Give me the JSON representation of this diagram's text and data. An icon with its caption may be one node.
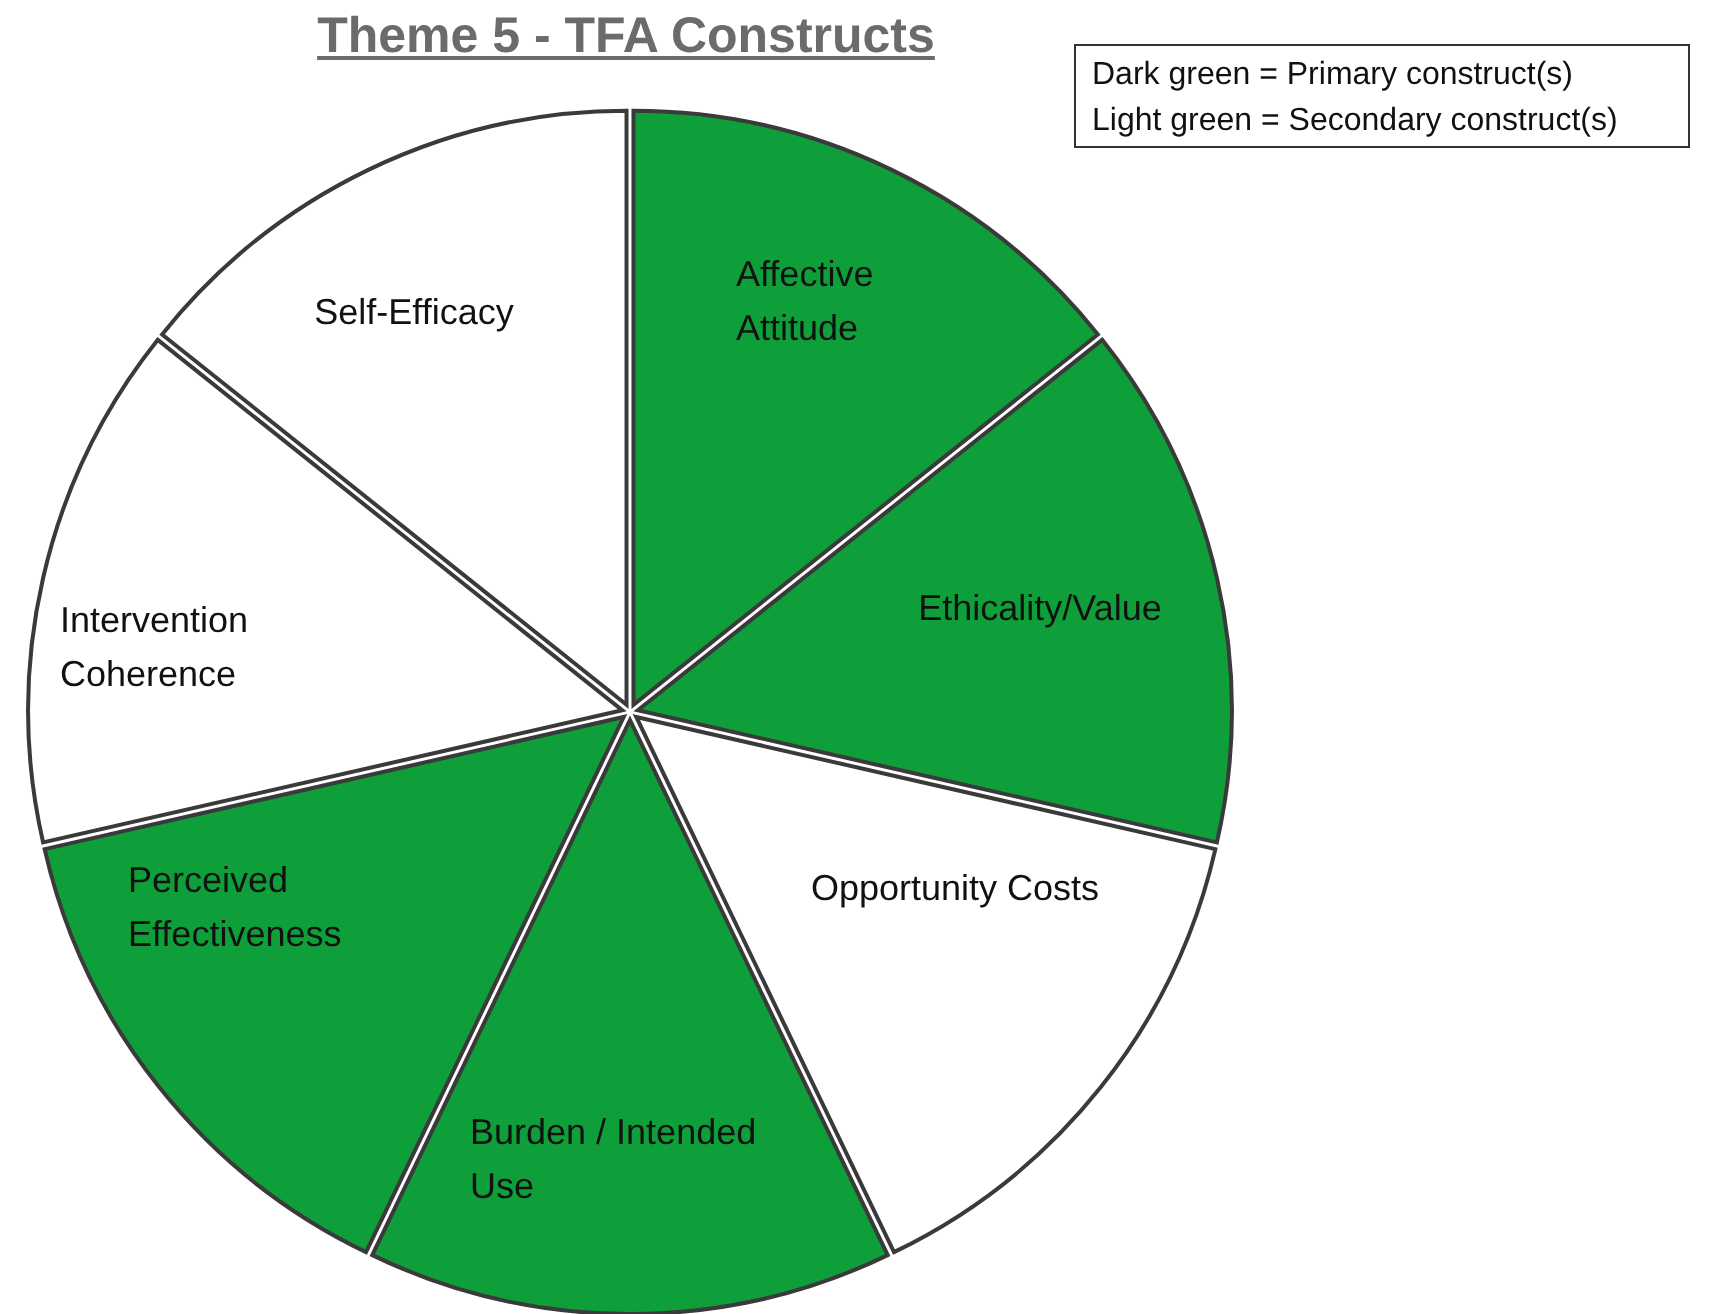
{
  "diagram": {
    "title": "Theme 5 - TFA Constructs",
    "nodes": [
      {
        "text": [
          "Self-Efficacy"
        ]
      },
      {
        "text": [
          "Affective Attitude"
        ]
      },
      {
        "text": [
          "Ethicality/Value"
        ]
      },
      {
        "text": [
          "Intervention Coherence"
        ]
      },
      {
        "text": [
          "Opportunity Costs"
        ]
      },
      {
        "text": [
          "Perceived Effectiveness"
        ]
      },
      {
        "text": [
          "Burden / Intended Use"
        ]
      }
    ],
    "legend": [
      {
        "text": "Dark green = Primary construct(s)"
      },
      {
        "text": "Light green = Secondary construct(s)"
      }
    ]
  }
}
